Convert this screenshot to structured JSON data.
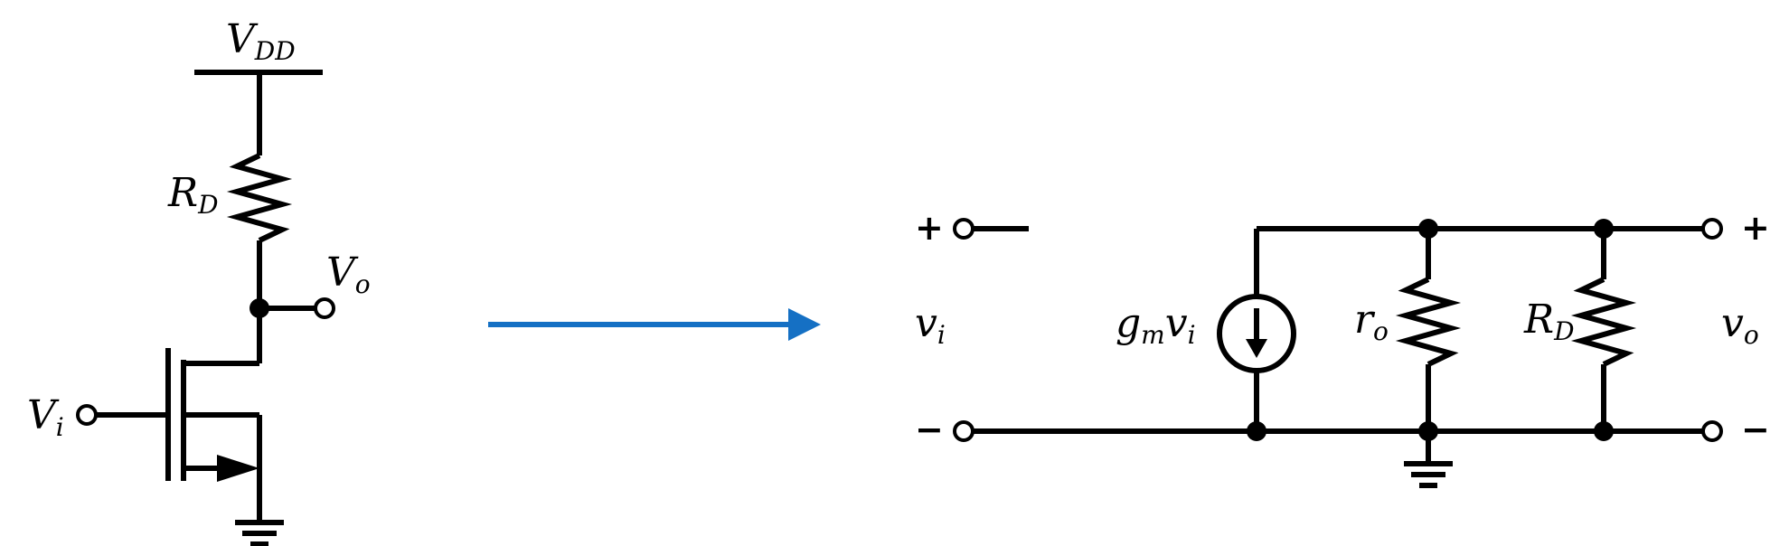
{
  "left_circuit": {
    "supply": {
      "main": "V",
      "sub": "DD"
    },
    "drain_resistor": {
      "main": "R",
      "sub": "D"
    },
    "output": {
      "main": "V",
      "sub": "o"
    },
    "input": {
      "main": "V",
      "sub": "i"
    }
  },
  "arrow": {
    "color": "#1570C4"
  },
  "small_signal_model": {
    "input_voltage": {
      "main": "v",
      "sub": "i"
    },
    "current_source": {
      "g": "g",
      "g_sub": "m",
      "v": "v",
      "v_sub": "i"
    },
    "output_resistance": {
      "main": "r",
      "sub": "o"
    },
    "load_resistor": {
      "main": "R",
      "sub": "D"
    },
    "output_voltage": {
      "main": "v",
      "sub": "o"
    },
    "plus_sign": "+",
    "minus_sign": "−"
  }
}
